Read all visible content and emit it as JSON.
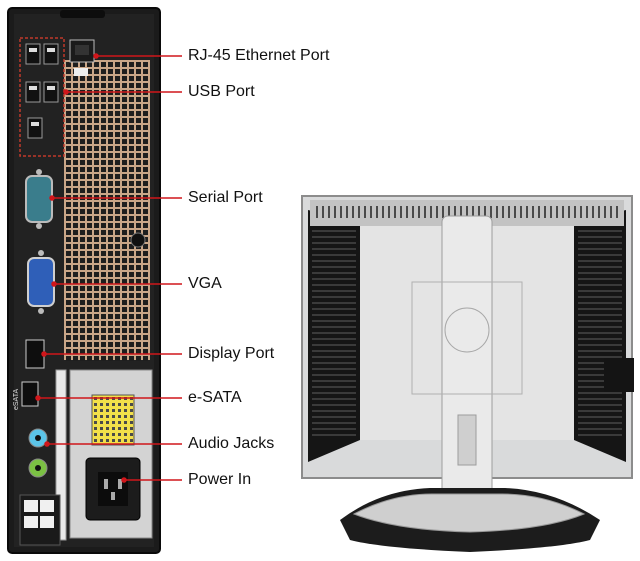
{
  "labels": [
    {
      "id": "rj45",
      "text": "RJ-45 Ethernet Port"
    },
    {
      "id": "usb",
      "text": "USB Port"
    },
    {
      "id": "serial",
      "text": "Serial Port"
    },
    {
      "id": "vga",
      "text": "VGA"
    },
    {
      "id": "displayport",
      "text": "Display Port"
    },
    {
      "id": "esata",
      "text": "e-SATA"
    },
    {
      "id": "audio",
      "text": "Audio Jacks"
    },
    {
      "id": "power",
      "text": "Power In"
    }
  ],
  "port_marking": "eSATA",
  "colors": {
    "leader_line": "#d0161b",
    "chassis": "#1b1b1b",
    "monitor_silver": "#d9dadb",
    "monitor_black": "#151515",
    "audio_blue": "#5bc4e8",
    "audio_green": "#7bc143",
    "vga_blue": "#2f5fb8",
    "serial_teal": "#3a7d8c",
    "psu_yellow": "#f2e04a"
  }
}
